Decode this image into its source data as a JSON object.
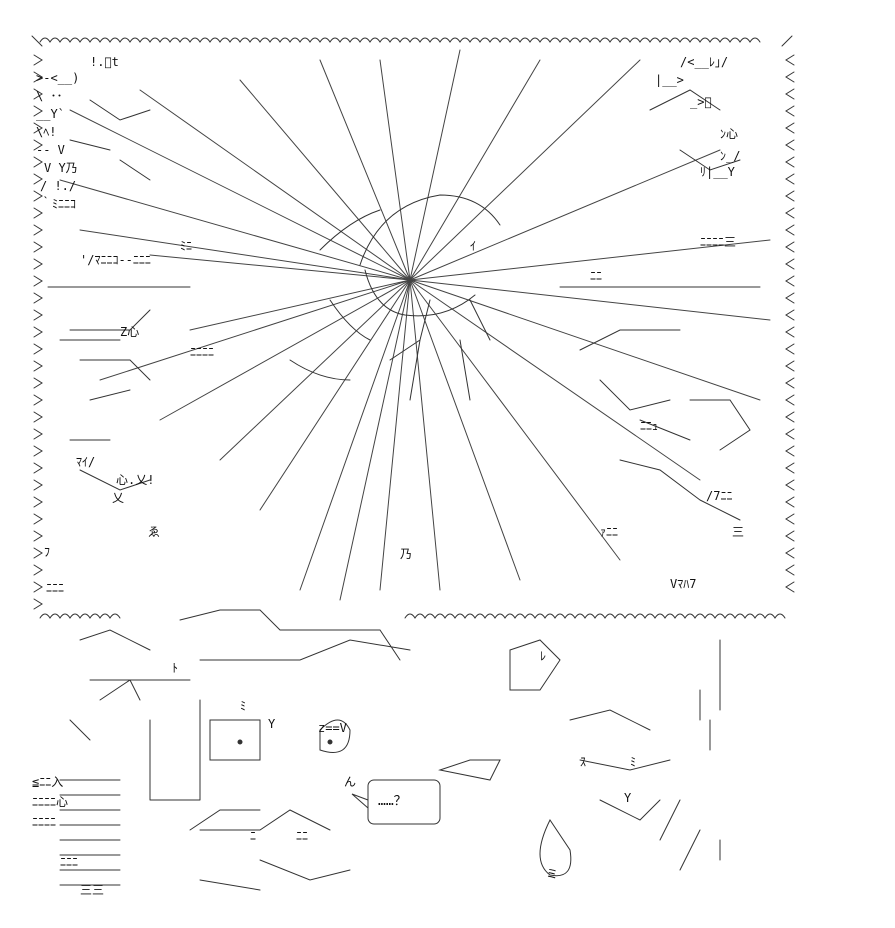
{
  "artwork": {
    "style": "shift-jis ascii art, black on white",
    "speech_bubble_text": "……？",
    "frame_left_chars": ">",
    "frame_right_chars": "<"
  },
  "glyph_fragments": {
    "upper_left_rows": [
      "!.ﾞt",
      ">-<__)",
      "\\ ･･",
      "__Y`",
      "\\ﾍ!",
      "-- V",
      "V Y乃",
      "/ !./",
      "｀ﾐﾆﾆｺ",
      "'/ﾏﾆﾆｺ--ﾆﾆﾆ"
    ],
    "upper_right_rows": [
      "/<__ﾚ｣/",
      "|__>",
      "_>ﾞ",
      "ﾝ心",
      "ﾝ_/",
      "ﾘ|__Y",
      "ﾆﾆﾆﾆ三",
      "ﾆﾆ"
    ],
    "center_labels": [
      "Z心",
      "ﾆﾆﾆﾆ",
      "乃",
      "ﾐﾆ",
      "ｲ"
    ],
    "lower_left_labels": [
      "ﾏｲ/",
      "心.乂!",
      "乂",
      "ゑ",
      "ﾌ",
      "ﾆﾆﾆ"
    ],
    "lower_right_labels": [
      "ﾆﾆｭ",
      "三",
      "ｧﾆﾆ",
      "Vﾏﾊ7",
      "/7ﾆﾆ"
    ],
    "bottom_left_labels": [
      "≦ﾆﾆ入",
      "ﾆﾆﾆﾆ心",
      "ﾆﾆﾆﾆ",
      "ﾆﾆﾆ",
      "三三"
    ],
    "bottom_center_labels": [
      "z==V",
      "Y",
      "ﾐ",
      "ﾆ",
      "ﾆﾆ",
      "ﾄ",
      "ん"
    ],
    "bottom_right_labels": [
      "ﾚ",
      "ｽ",
      "ﾐ",
      "Y",
      "ミ"
    ]
  }
}
